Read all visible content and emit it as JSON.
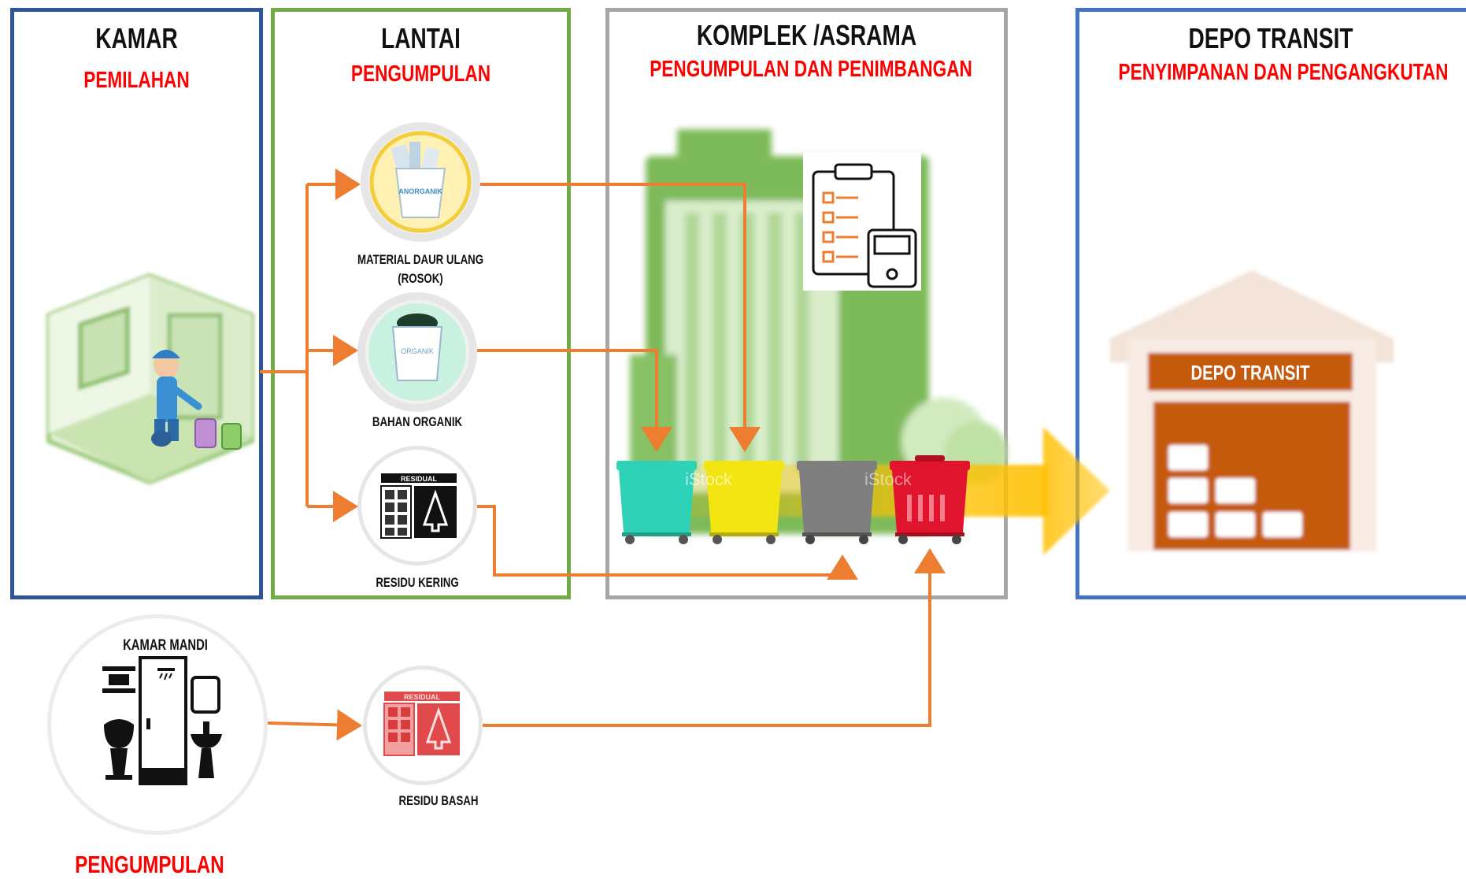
{
  "colors": {
    "kamar_border": "#2F5597",
    "lantai_border": "#70AD47",
    "komplek_border": "#A6A6A6",
    "depo_border": "#4472C4",
    "red_text": "#FF0000",
    "arrow_orange": "#ED7D31",
    "building_green": "#70AD47",
    "big_arrow_yellow": "#FFC000",
    "depo_orange": "#C55A11",
    "bin_teal": "#2ED3B7",
    "bin_yellow": "#F2E512",
    "bin_gray": "#7F7F7F",
    "bin_red": "#E0152D"
  },
  "columns": {
    "kamar": {
      "title": "KAMAR",
      "subtitle": "PEMILAHAN"
    },
    "lantai": {
      "title": "LANTAI",
      "subtitle": "PENGUMPULAN"
    },
    "komplek": {
      "title": "KOMPLEK /ASRAMA",
      "subtitle": "PENGUMPULAN DAN PENIMBANGAN"
    },
    "depo": {
      "title": "DEPO TRANSIT",
      "subtitle": "PENYIMPANAN DAN PENGANGKUTAN"
    }
  },
  "waste_items": {
    "recyclable": {
      "label_line1": "MATERIAL DAUR ULANG",
      "label_line2": "(ROSOK)",
      "bin_text": "ANORGANIK"
    },
    "organic": {
      "label": "BAHAN ORGANIK",
      "bin_text": "ORGANIK"
    },
    "dry_residue": {
      "label": "RESIDU KERING",
      "sign_text": "RESIDUAL"
    },
    "wet_residue": {
      "label": "RESIDU BASAH",
      "sign_text": "RESIDUAL"
    }
  },
  "bathroom": {
    "label": "KAMAR MANDI",
    "caption": "PENGUMPULAN"
  },
  "depo_building": {
    "sign_text": "DEPO TRANSIT"
  },
  "watermark": {
    "text": "iStock"
  },
  "icons": [
    "room-icon",
    "anorganik-bin-icon",
    "organik-bin-icon",
    "residual-dry-icon",
    "residual-wet-icon",
    "bathroom-icon",
    "building-icon",
    "clipboard-scale-icon",
    "wheelie-bin-icon",
    "warehouse-icon"
  ]
}
